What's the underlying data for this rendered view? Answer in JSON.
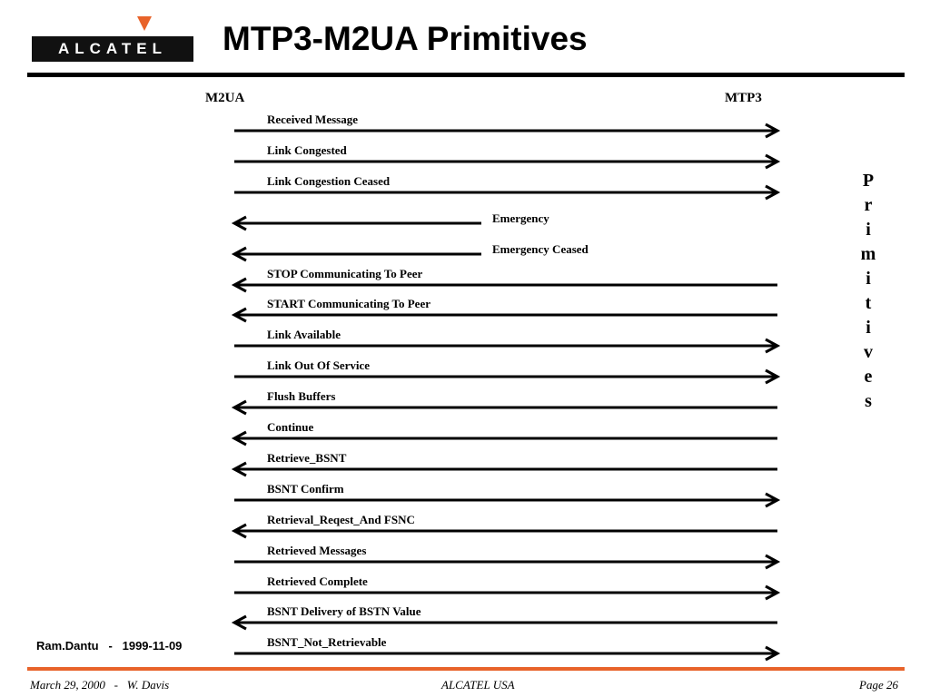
{
  "header": {
    "logo_text": "ALCATEL",
    "title": "MTP3-M2UA Primitives"
  },
  "columns": {
    "left": "M2UA",
    "right": "MTP3"
  },
  "side_label": "Primitives",
  "colors": {
    "accent": "#e8632a",
    "line": "#000000"
  },
  "primitives": [
    {
      "label": "Received Message",
      "direction": "right"
    },
    {
      "label": "Link Congested",
      "direction": "right"
    },
    {
      "label": "Link Congestion Ceased",
      "direction": "right"
    },
    {
      "label": "Emergency",
      "direction": "left",
      "short": true
    },
    {
      "label": "Emergency Ceased",
      "direction": "left",
      "short": true
    },
    {
      "label": "STOP Communicating To Peer",
      "direction": "left"
    },
    {
      "label": "START Communicating To Peer",
      "direction": "left"
    },
    {
      "label": "Link Available",
      "direction": "right"
    },
    {
      "label": "Link Out Of Service",
      "direction": "right"
    },
    {
      "label": "Flush Buffers",
      "direction": "left"
    },
    {
      "label": "Continue",
      "direction": "left"
    },
    {
      "label": "Retrieve_BSNT",
      "direction": "left"
    },
    {
      "label": "BSNT Confirm",
      "direction": "right"
    },
    {
      "label": "Retrieval_Reqest_And FSNC",
      "direction": "left"
    },
    {
      "label": "Retrieved Messages",
      "direction": "right"
    },
    {
      "label": "Retrieved Complete",
      "direction": "right"
    },
    {
      "label": "BSNT Delivery of BSTN Value",
      "direction": "left"
    },
    {
      "label": "BSNT_Not_Retrievable",
      "direction": "right"
    }
  ],
  "footer": {
    "author": "Ram.Dantu   -   1999-11-09",
    "left": "March 29, 2000   -   W. Davis",
    "center": "ALCATEL USA",
    "right": "Page 26"
  }
}
